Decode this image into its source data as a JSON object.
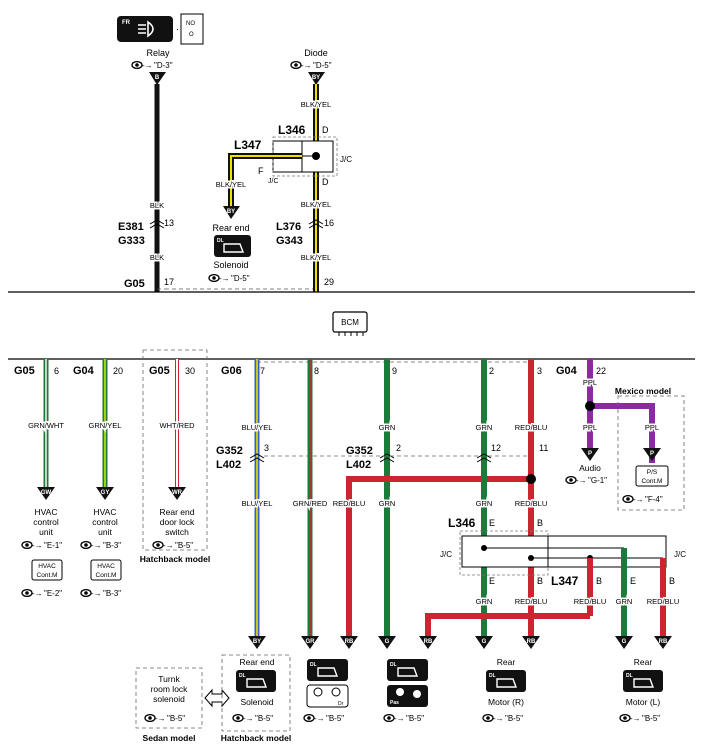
{
  "colors": {
    "black": "#111111",
    "yellow": "#f1e000",
    "green": "#1e7a3a",
    "light_green": "#9ecd3a",
    "red": "#cc2430",
    "blue": "#2f63c8",
    "white": "#ffffff",
    "purple": "#8a2aa4",
    "gray": "#666666"
  },
  "icons": {
    "fr_fog_icon": "FR",
    "dl_icon": "DL",
    "pas_icon": "Pas",
    "dr_icon": "Dr"
  },
  "top": {
    "relay_label": "Relay",
    "relay_ref": "\"D-3\"",
    "relay_pin_no": "NO",
    "relay_pin_o": "O",
    "b_conn": "B",
    "blk1": "BLK",
    "blk2": "BLK",
    "e381": "E381",
    "g333": "G333",
    "pin13": "13",
    "g05": "G05",
    "pin17": "17",
    "diode_label": "Diode",
    "diode_ref": "\"D-5\"",
    "by_conn": "BY",
    "blkyel_top": "BLK/YEL",
    "l346": "L346",
    "d_top": "D",
    "l347": "L347",
    "f_pin": "F",
    "jc_left": "J/C",
    "jc_right": "J/C",
    "d_bot": "D",
    "blkyel_left": "BLK/YEL",
    "blkyel_right": "BLK/YEL",
    "by_conn2": "BY",
    "rear_end": "Rear end",
    "solenoid": "Solenoid",
    "solenoid_ref": "\"D-5\"",
    "l376": "L376",
    "g343": "G343",
    "pin16": "16",
    "blkyel_bot": "BLK/YEL",
    "pin29": "29"
  },
  "bcm": {
    "label": "BCM"
  },
  "bottom": {
    "g05a": "G05",
    "pin6": "6",
    "g04a": "G04",
    "pin20": "20",
    "g05b": "G05",
    "pin30": "30",
    "g06": "G06",
    "pin7": "7",
    "pin8": "8",
    "pin9": "9",
    "pin2": "2",
    "pin3": "3",
    "g04b": "G04",
    "pin22": "22",
    "mexico_model": "Mexico model",
    "grnwht": "GRN/WHT",
    "grnyel": "GRN/YEL",
    "whtred": "WHT/RED",
    "bluyel1": "BLU/YEL",
    "g352a": "G352",
    "l402a": "L402",
    "pin3b": "3",
    "g352b": "G352",
    "l402b": "L402",
    "pin2b": "2",
    "grn1": "GRN",
    "grn2": "GRN",
    "pin12": "12",
    "redblu1": "RED/BLU",
    "pin11": "11",
    "ppl1": "PPL",
    "ppl2": "PPL",
    "ppl3": "PPL",
    "p1": "P",
    "p2": "P",
    "audio": "Audio",
    "audio_ref": "\"G-1\"",
    "ps_top": "P/S",
    "ps_bot": "Cont.M",
    "ps_ref": "\"F-4\"",
    "gw": "GW",
    "gy": "GY",
    "wr": "WR",
    "hvac1_l1": "HVAC",
    "hvac1_l2": "control",
    "hvac1_l3": "unit",
    "hvac1_ref": "\"E-1\"",
    "hvac2_l1": "HVAC",
    "hvac2_l2": "control",
    "hvac2_l3": "unit",
    "hvac2_ref": "\"B-3\"",
    "hvac_box1_top": "HVAC",
    "hvac_box1_bot": "Cont.M",
    "hvac_box1_ref": "\"E-2\"",
    "hvac_box2_top": "HVAC",
    "hvac_box2_bot": "Cont.M",
    "hvac_box2_ref": "\"B-3\"",
    "rear_end_door_l1": "Rear end",
    "rear_end_door_l2": "door lock",
    "rear_end_door_l3": "switch",
    "door_ref": "\"B-5\"",
    "hatchback1": "Hatchback model",
    "bluyel2": "BLU/YEL",
    "grnred": "GRN/RED",
    "redblu2": "RED/BLU",
    "grn3": "GRN",
    "grn4": "GRN",
    "grn5": "GRN",
    "redblu3": "RED/BLU",
    "l346": "L346",
    "e1": "E",
    "b1": "B",
    "jc_l": "J/C",
    "jc_r": "J/C",
    "e2": "E",
    "b2": "B",
    "l347": "L347",
    "b3": "B",
    "e3": "E",
    "b4": "B",
    "grn6": "GRN",
    "redblu4": "RED/BLU",
    "redblu5": "RED/BLU",
    "grn7": "GRN",
    "redblu6": "RED/BLU",
    "by": "BY",
    "gr": "GR",
    "rb1": "RB",
    "g1": "G",
    "rb2": "RB",
    "g2": "G",
    "rb3": "RB",
    "g3": "G",
    "rb4": "RB",
    "turnk_l1": "Turnk",
    "turnk_l2": "room lock",
    "turnk_l3": "solenoid",
    "turnk_ref": "\"B-5\"",
    "sedan": "Sedan model",
    "rear_end2": "Rear end",
    "solenoid2": "Solenoid",
    "sol2_ref": "\"B-5\"",
    "hatchback2": "Hatchback model",
    "ref_b5a": "\"B-5\"",
    "ref_b5b": "\"B-5\"",
    "rear1": "Rear",
    "motor_r": "Motor (R)",
    "motor_r_ref": "\"B-5\"",
    "rear2": "Rear",
    "motor_l": "Motor (L)",
    "motor_l_ref": "\"B-5\""
  }
}
